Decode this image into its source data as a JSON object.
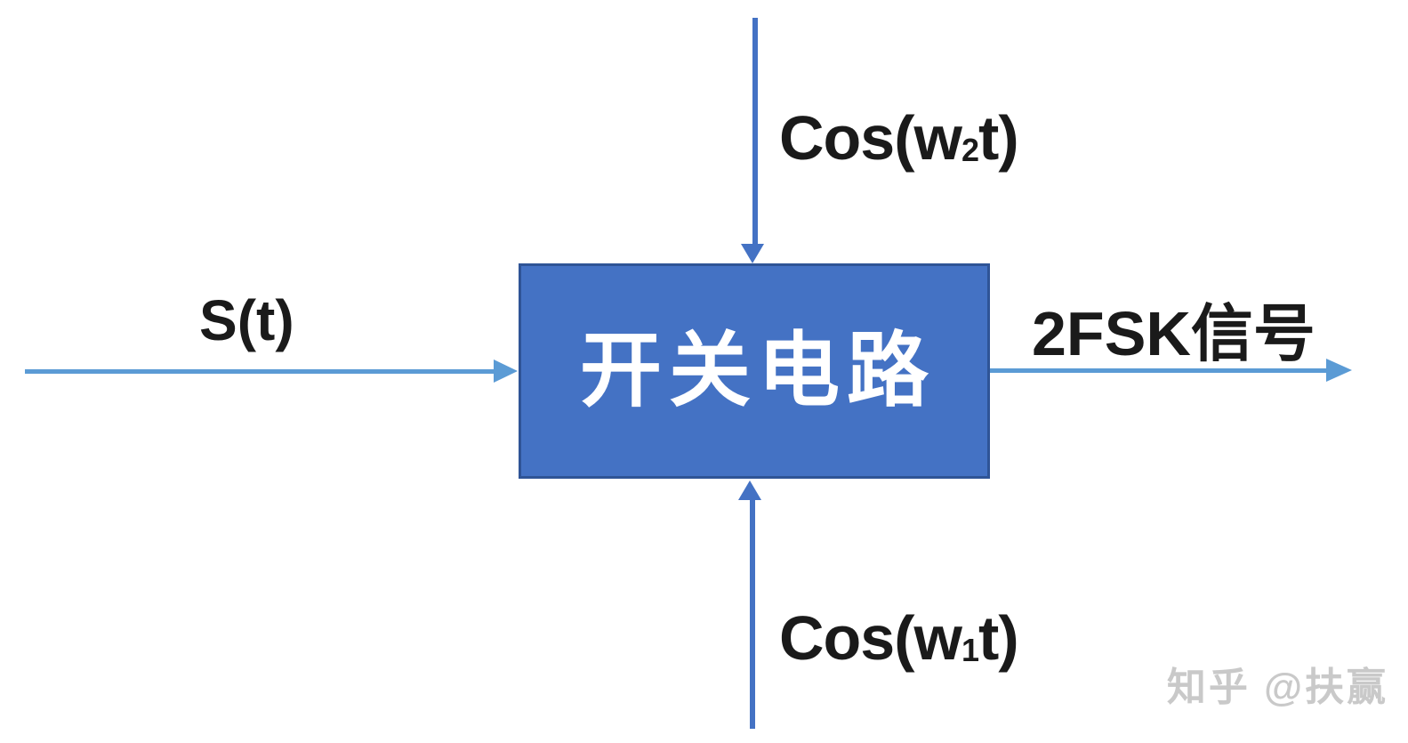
{
  "diagram": {
    "box_label": "开关电路",
    "left_input_label": "S(t)",
    "top_input": {
      "prefix": "Cos(w",
      "subscript": "2",
      "suffix": "t)"
    },
    "bottom_input": {
      "prefix": "Cos(w",
      "subscript": "1",
      "suffix": "t)"
    },
    "output_label": "2FSK信号",
    "watermark": "知乎 @扶赢",
    "colors": {
      "box_fill": "#4472C4",
      "box_border": "#2F5496",
      "vertical_arrow": "#4472C4",
      "horizontal_arrow": "#5B9BD5",
      "label_text": "#1a1a1a",
      "watermark_text": "#c9c9c9"
    }
  }
}
